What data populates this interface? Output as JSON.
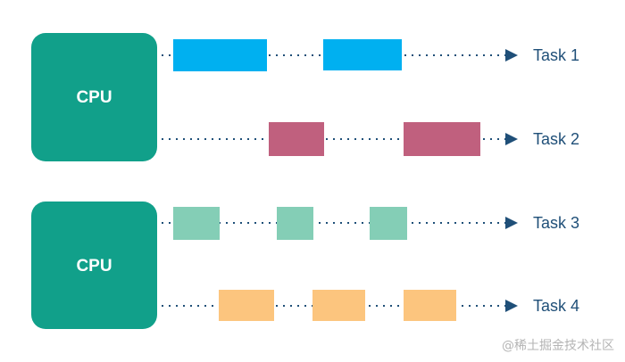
{
  "cpus": [
    {
      "label": "CPU",
      "tasks": [
        0,
        1
      ]
    },
    {
      "label": "CPU",
      "tasks": [
        2,
        3
      ]
    }
  ],
  "tasks": [
    {
      "label": "Task 1",
      "color": "#00b0f0",
      "blocks": 2
    },
    {
      "label": "Task 2",
      "color": "#c0607e",
      "blocks": 2
    },
    {
      "label": "Task 3",
      "color": "#84ceb6",
      "blocks": 3
    },
    {
      "label": "Task 4",
      "color": "#fcc57e",
      "blocks": 3
    }
  ],
  "colors": {
    "cpu": "#11a08a",
    "line": "#1f4f78"
  },
  "watermark": "@稀土掘金技术社区"
}
